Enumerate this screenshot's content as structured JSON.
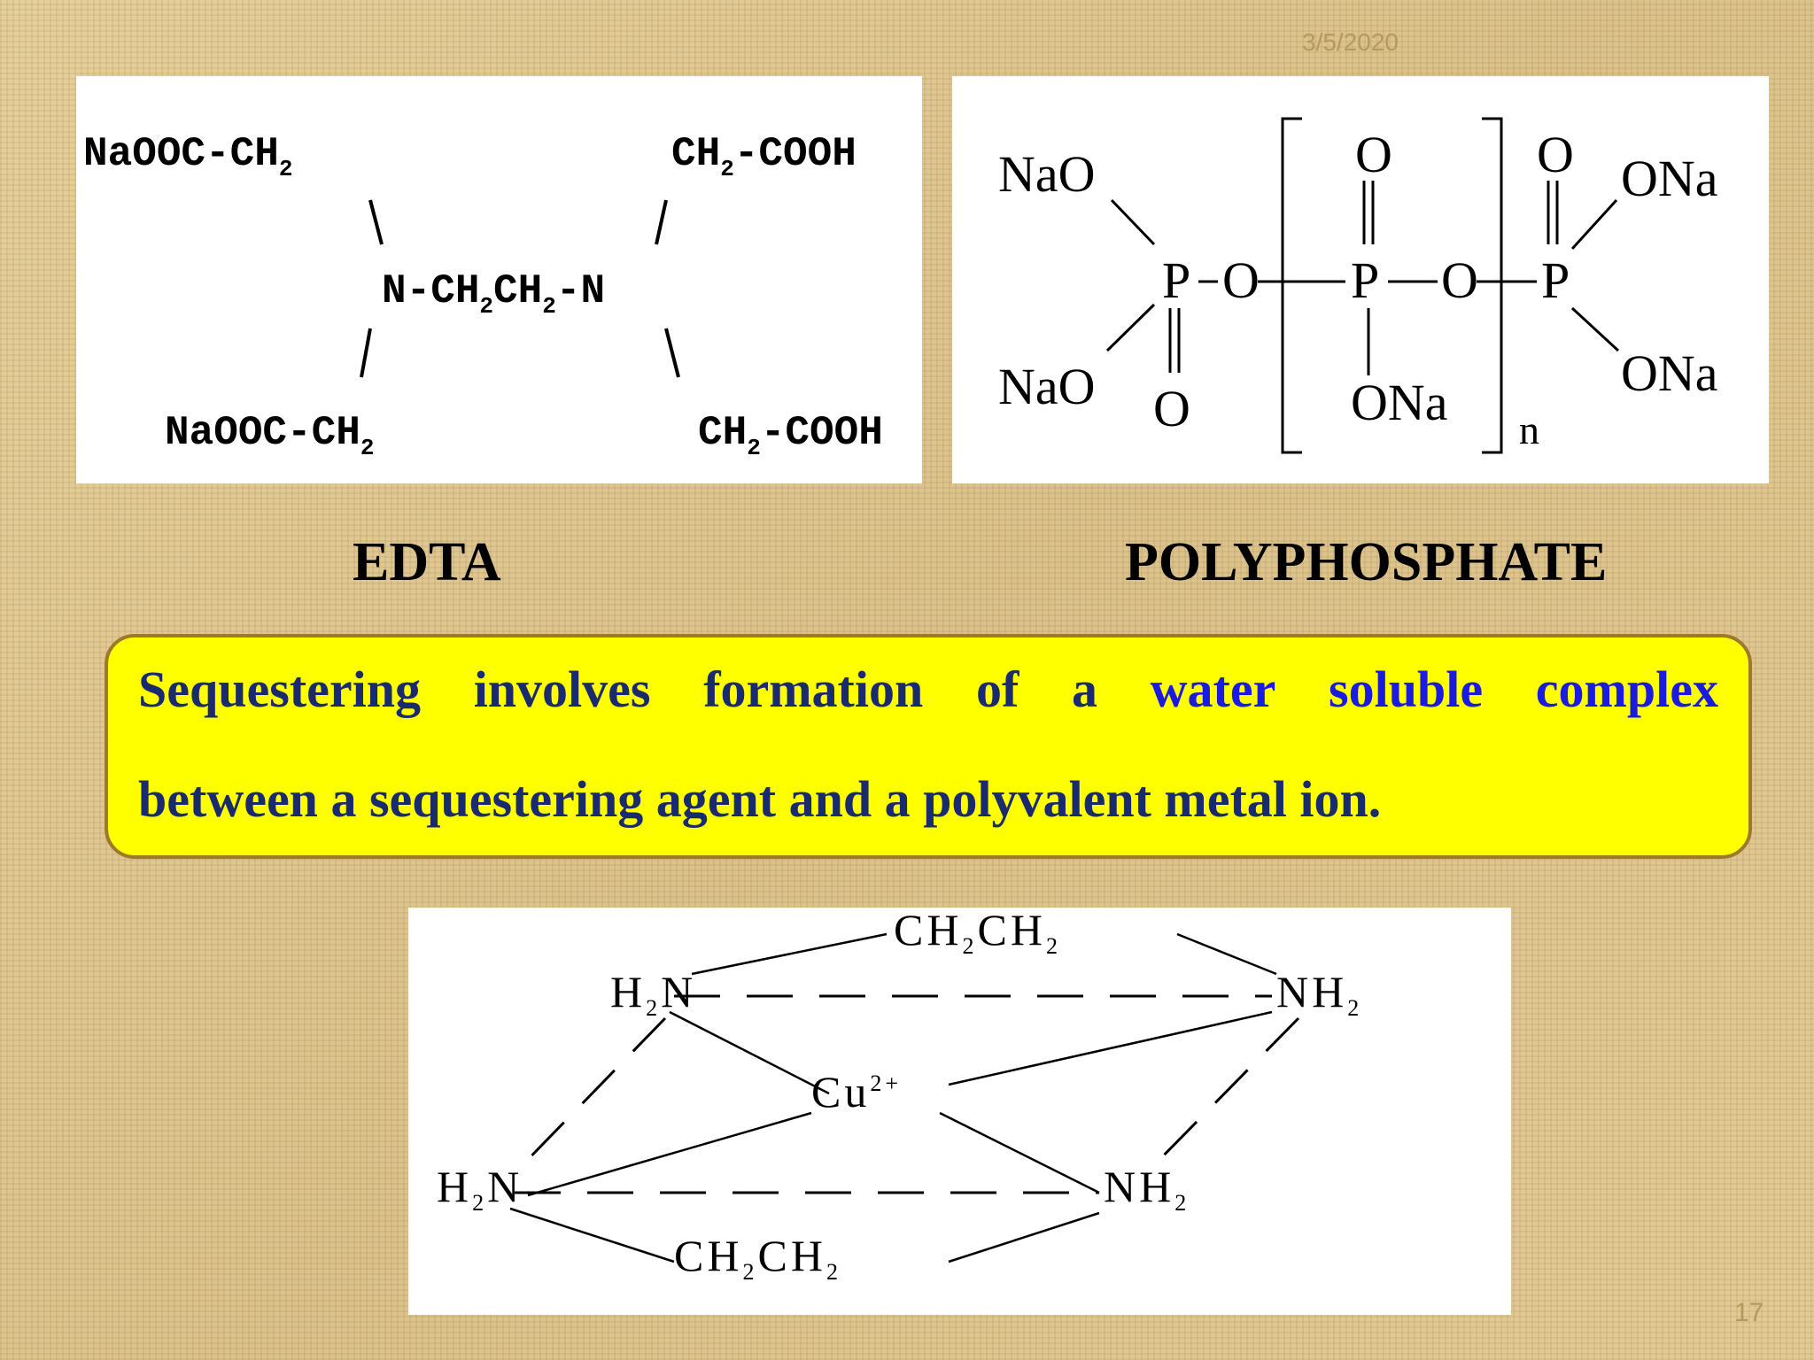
{
  "slide": {
    "date": "3/5/2020",
    "page_number": "17"
  },
  "edta": {
    "caption": "EDTA",
    "top_left": "NaOOC-CH",
    "top_right": "CH",
    "top_right_tail": "-COOH",
    "center": "N-CH",
    "center_mid": "CH",
    "center_tail": "-N",
    "bottom_left": "NaOOC-CH",
    "bottom_right": "CH",
    "bottom_right_tail": "-COOH",
    "subscript": "2"
  },
  "polyphosphate": {
    "caption": "POLYPHOSPHATE",
    "nao_top": "NaO",
    "nao_bottom": "NaO",
    "ona_top": "ONa",
    "ona_bottom": "ONa",
    "ona_middle": "ONa",
    "p": "P",
    "o": "O",
    "repeat_subscript": "n"
  },
  "callout": {
    "words_line1": [
      "Sequestering",
      "involves",
      "formation",
      "of",
      "a"
    ],
    "highlight_words": [
      "water",
      "soluble",
      "complex"
    ],
    "line2": "between a sequestering agent and a polyvalent metal ion."
  },
  "copper_complex": {
    "top_bridge": "CH",
    "top_bridge_mid": "CH",
    "bottom_bridge": "CH",
    "bottom_bridge_mid": "CH",
    "subscript": "2",
    "h2n_top": "H",
    "h2n_bottom": "H",
    "n": "N",
    "nh2_top": "NH",
    "nh2_bottom": "NH",
    "cu": "Cu",
    "cu_charge": "2+"
  }
}
